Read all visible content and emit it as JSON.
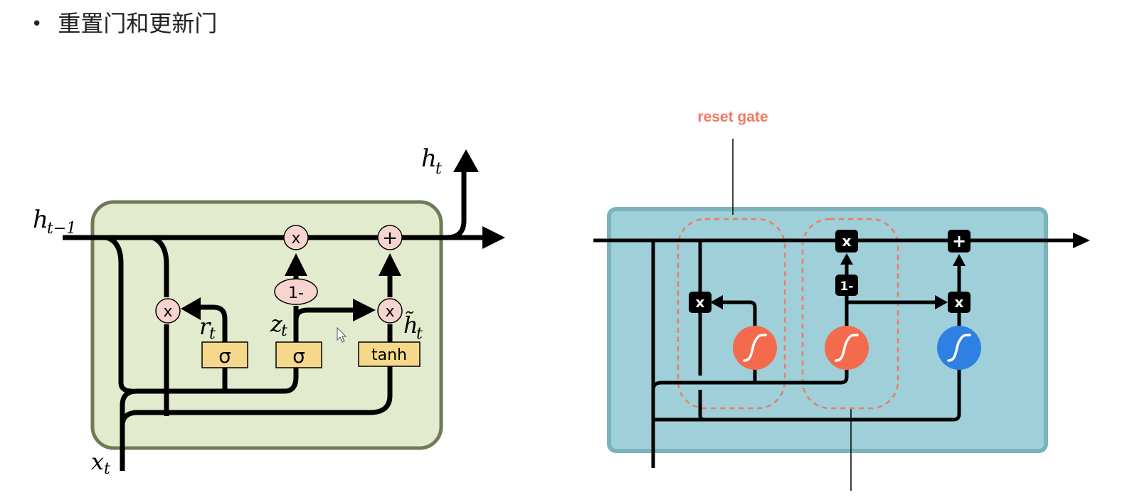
{
  "heading": {
    "bullet": "•",
    "text": "重置门和更新门"
  },
  "left_diagram": {
    "labels": {
      "h_t_base": "h",
      "h_t_sub": "t",
      "h_prev_base": "h",
      "h_prev_sub": "t−1",
      "x_t_base": "x",
      "x_t_sub": "t",
      "r_t_base": "r",
      "r_t_sub": "t",
      "z_t_base": "z",
      "z_t_sub": "t",
      "h_tilde_base": "h̃",
      "h_tilde_sub": "t"
    },
    "ops": {
      "multiply_symbol": "x",
      "add_symbol": "+",
      "one_minus": "1-"
    },
    "layers": {
      "reset_sigma": "σ",
      "update_sigma": "σ",
      "candidate_tanh": "tanh"
    },
    "colors": {
      "cell_fill": "#e3ebce",
      "cell_border": "#6f7a57",
      "op_fill": "#f8d4cf",
      "layer_fill": "#f6d88a"
    }
  },
  "right_diagram": {
    "annotation": "reset gate",
    "ops": {
      "multiply_symbol": "x",
      "add_symbol": "+",
      "one_minus": "1-"
    },
    "colors": {
      "cell_fill": "#9fcfd8",
      "cell_border": "#7bb3bd",
      "sigmoid_fill": "#f36b4c",
      "tanh_fill": "#2f80e3",
      "dashed_outline": "#f07a62",
      "annotation_color": "#f07a62"
    }
  }
}
